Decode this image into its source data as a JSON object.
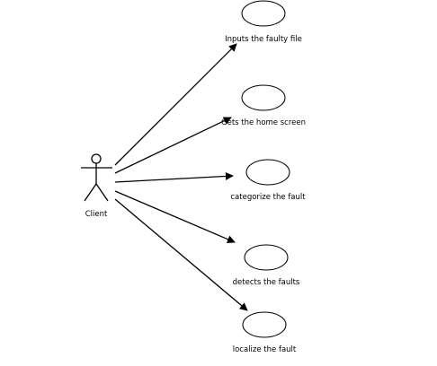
{
  "actor": {
    "label": "Client"
  },
  "use_cases": [
    {
      "id": "uc1",
      "label": "Inputs the faulty file"
    },
    {
      "id": "uc2",
      "label": "Gets the home screen"
    },
    {
      "id": "uc3",
      "label": "categorize the fault"
    },
    {
      "id": "uc4",
      "label": "detects the faults"
    },
    {
      "id": "uc5",
      "label": "localize the fault"
    }
  ],
  "associations": [
    {
      "from": "Client",
      "to": "Inputs the faulty file"
    },
    {
      "from": "Client",
      "to": "Gets the home screen"
    },
    {
      "from": "Client",
      "to": "categorize the fault"
    },
    {
      "from": "Client",
      "to": "detects the faults"
    },
    {
      "from": "Client",
      "to": "localize the fault"
    }
  ],
  "colors": {
    "stroke": "#000000",
    "background": "#ffffff"
  }
}
